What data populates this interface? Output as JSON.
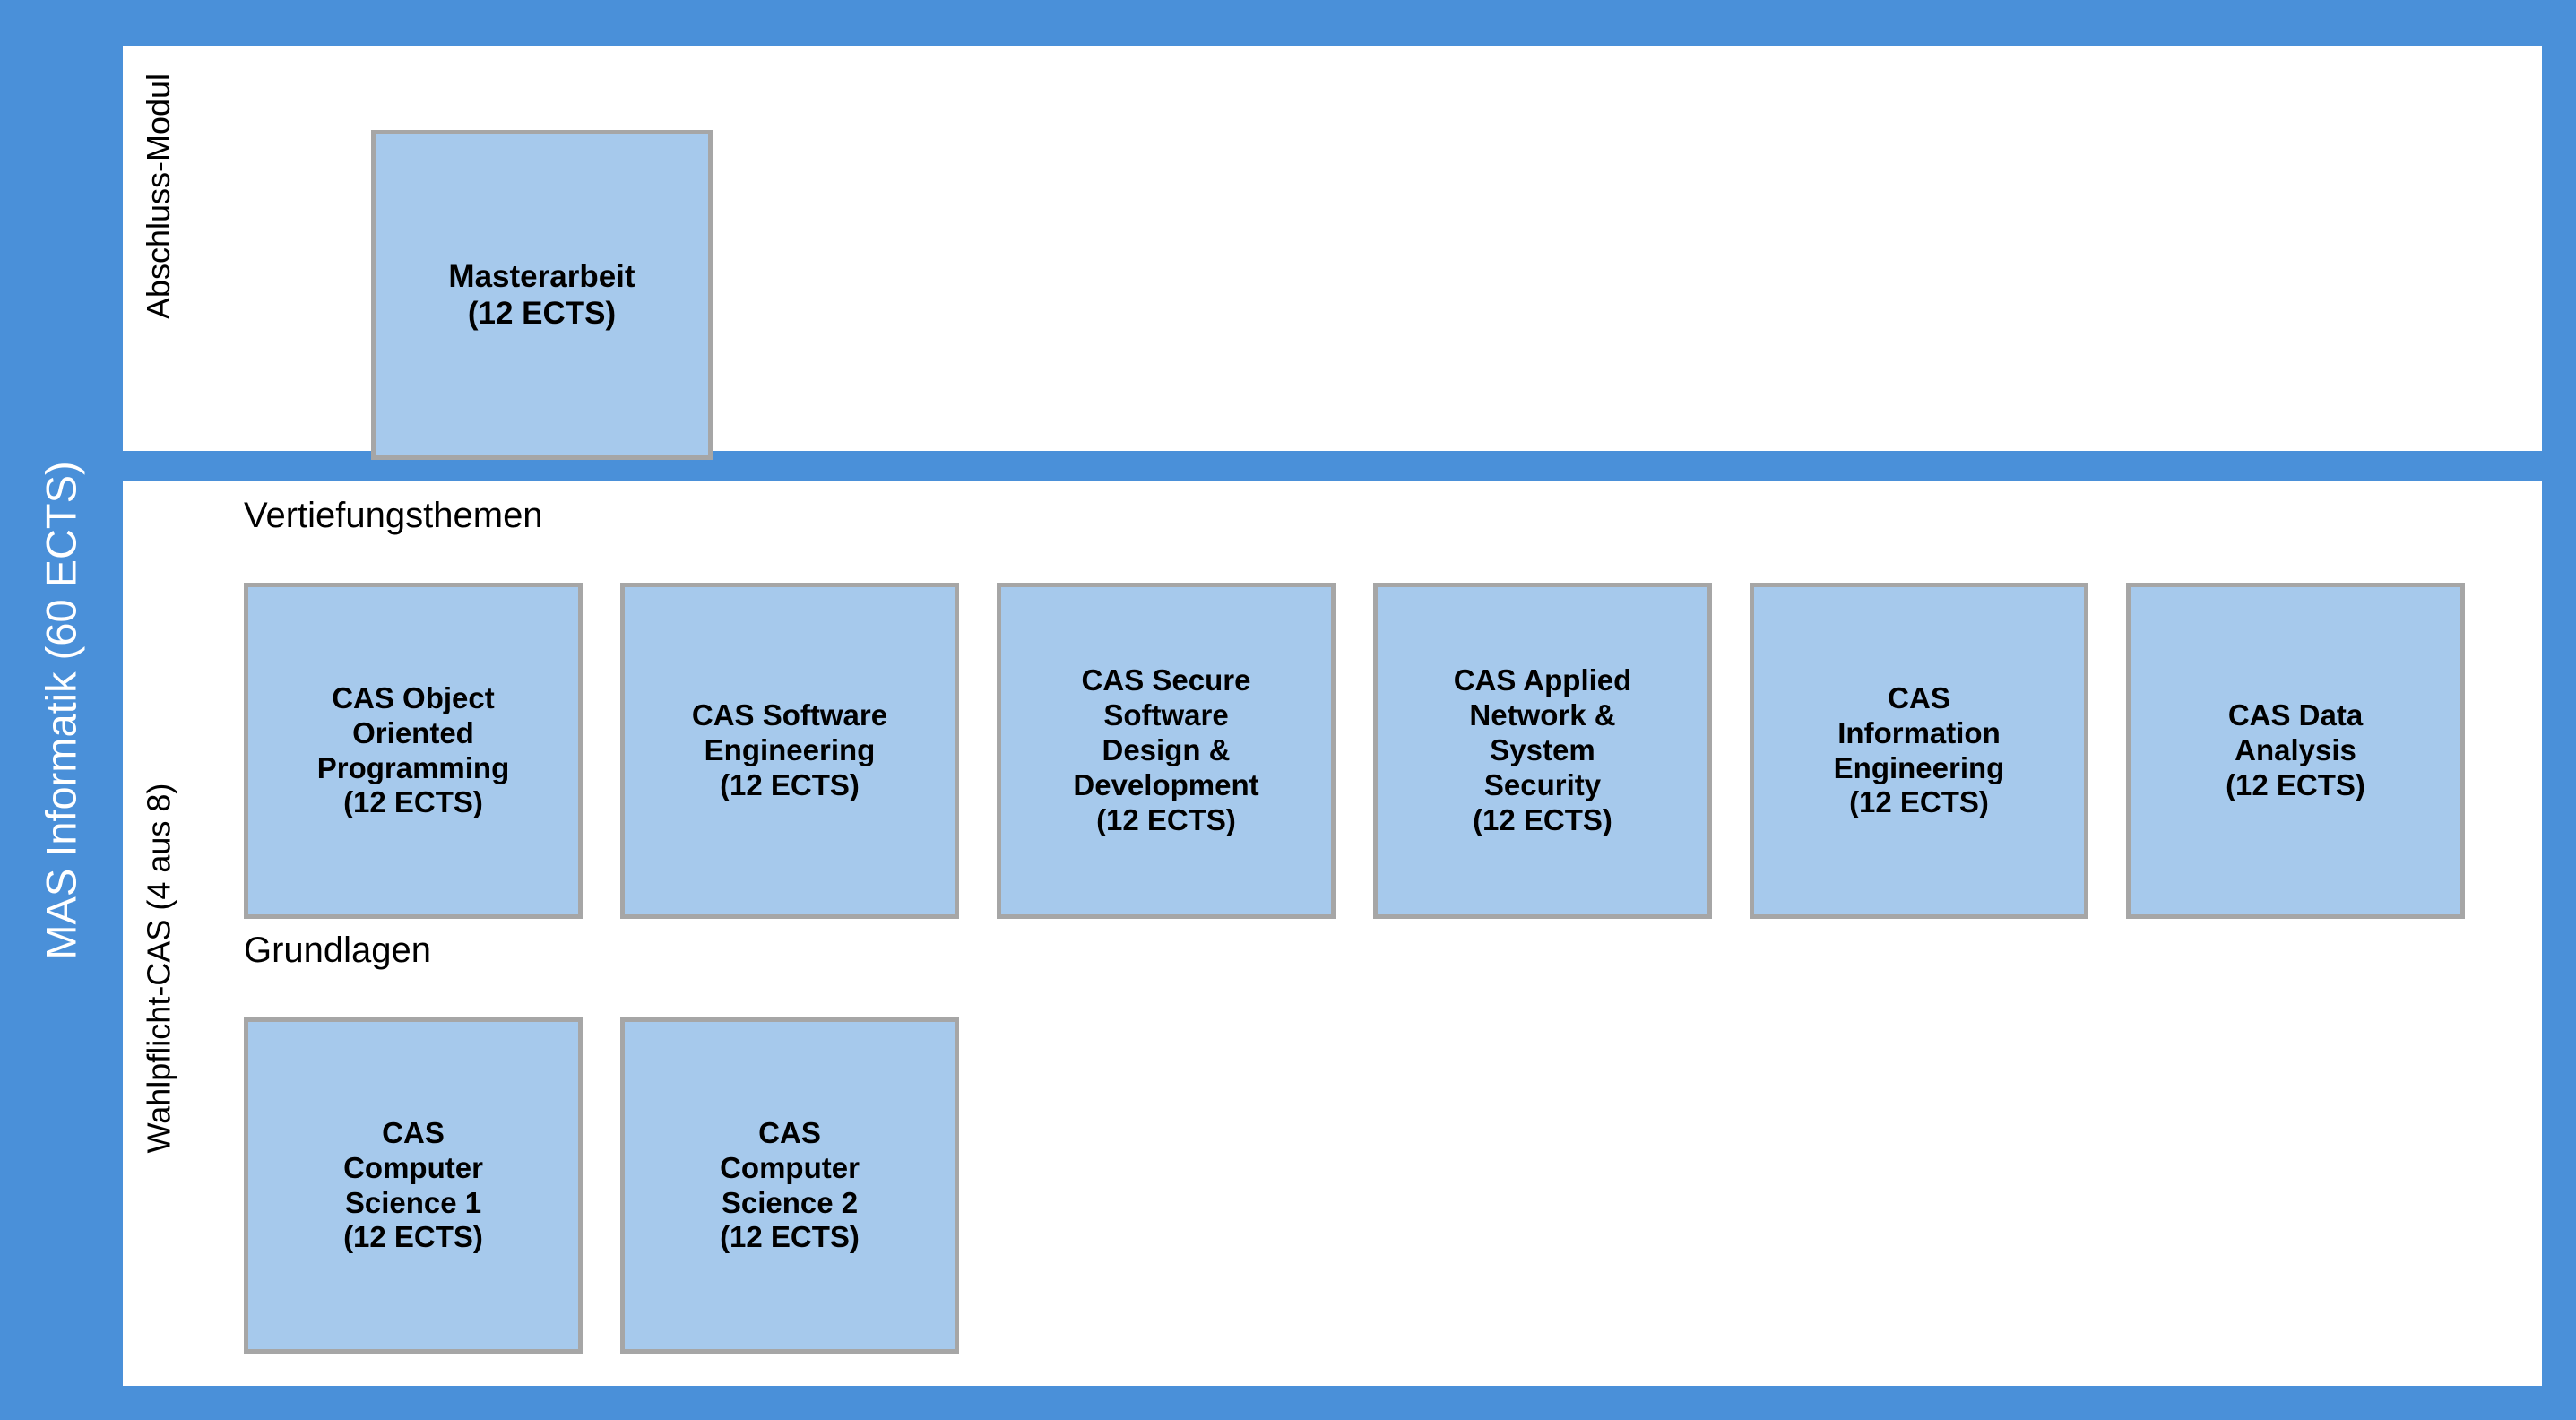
{
  "programme": {
    "title": "MAS Informatik (60 ECTS)",
    "background_color": "#4A90D9",
    "title_color": "#FFFFFF"
  },
  "colors": {
    "page_background": "#4A90D9",
    "panel_background": "#FFFFFF",
    "module_fill": "#A6C9EC",
    "module_border": "#A6A6A6",
    "text": "#000000"
  },
  "sections": [
    {
      "label": "Abschluss-Modul",
      "modules": [
        {
          "name": "Masterarbeit",
          "ects": "(12 ECTS)"
        }
      ]
    },
    {
      "label": "Wahlpflicht-CAS (4 aus 8)",
      "groups": [
        {
          "heading": "Vertiefungsthemen",
          "modules": [
            {
              "name": "CAS Object Oriented Programming",
              "ects": "(12 ECTS)"
            },
            {
              "name": "CAS Software Engineering",
              "ects": "(12 ECTS)"
            },
            {
              "name": "CAS Secure Software Design & Development",
              "ects": "(12 ECTS)"
            },
            {
              "name": "CAS Applied Network & System Security",
              "ects": "(12 ECTS)"
            },
            {
              "name": "CAS Information Engineering",
              "ects": "(12 ECTS)"
            },
            {
              "name": "CAS Data Analysis",
              "ects": "(12 ECTS)"
            }
          ]
        },
        {
          "heading": "Grundlagen",
          "modules": [
            {
              "name": "CAS Computer Science 1",
              "ects": "(12 ECTS)"
            },
            {
              "name": "CAS Computer Science 2",
              "ects": "(12 ECTS)"
            }
          ]
        }
      ]
    }
  ],
  "boxes": {
    "masterarbeit": {
      "line1": "Masterarbeit",
      "line2": "(12 ECTS)"
    },
    "cas_oop": {
      "line1": "CAS Object",
      "line2": "Oriented",
      "line3": "Programming",
      "line4": "(12 ECTS)"
    },
    "cas_se": {
      "line1": "CAS Software",
      "line2": "Engineering",
      "line3": "(12 ECTS)"
    },
    "cas_ssdd": {
      "line1": "CAS Secure",
      "line2": "Software",
      "line3": "Design &",
      "line4": "Development",
      "line5": "(12 ECTS)"
    },
    "cas_anss": {
      "line1": "CAS Applied",
      "line2": "Network &",
      "line3": "System",
      "line4": "Security",
      "line5": "(12 ECTS)"
    },
    "cas_ie": {
      "line1": "CAS",
      "line2": "Information",
      "line3": "Engineering",
      "line4": "(12 ECTS)"
    },
    "cas_da": {
      "line1": "CAS Data",
      "line2": "Analysis",
      "line3": "(12 ECTS)"
    },
    "cas_cs1": {
      "line1": "CAS",
      "line2": "Computer",
      "line3": "Science 1",
      "line4": "(12 ECTS)"
    },
    "cas_cs2": {
      "line1": "CAS",
      "line2": "Computer",
      "line3": "Science 2",
      "line4": "(12 ECTS)"
    }
  }
}
